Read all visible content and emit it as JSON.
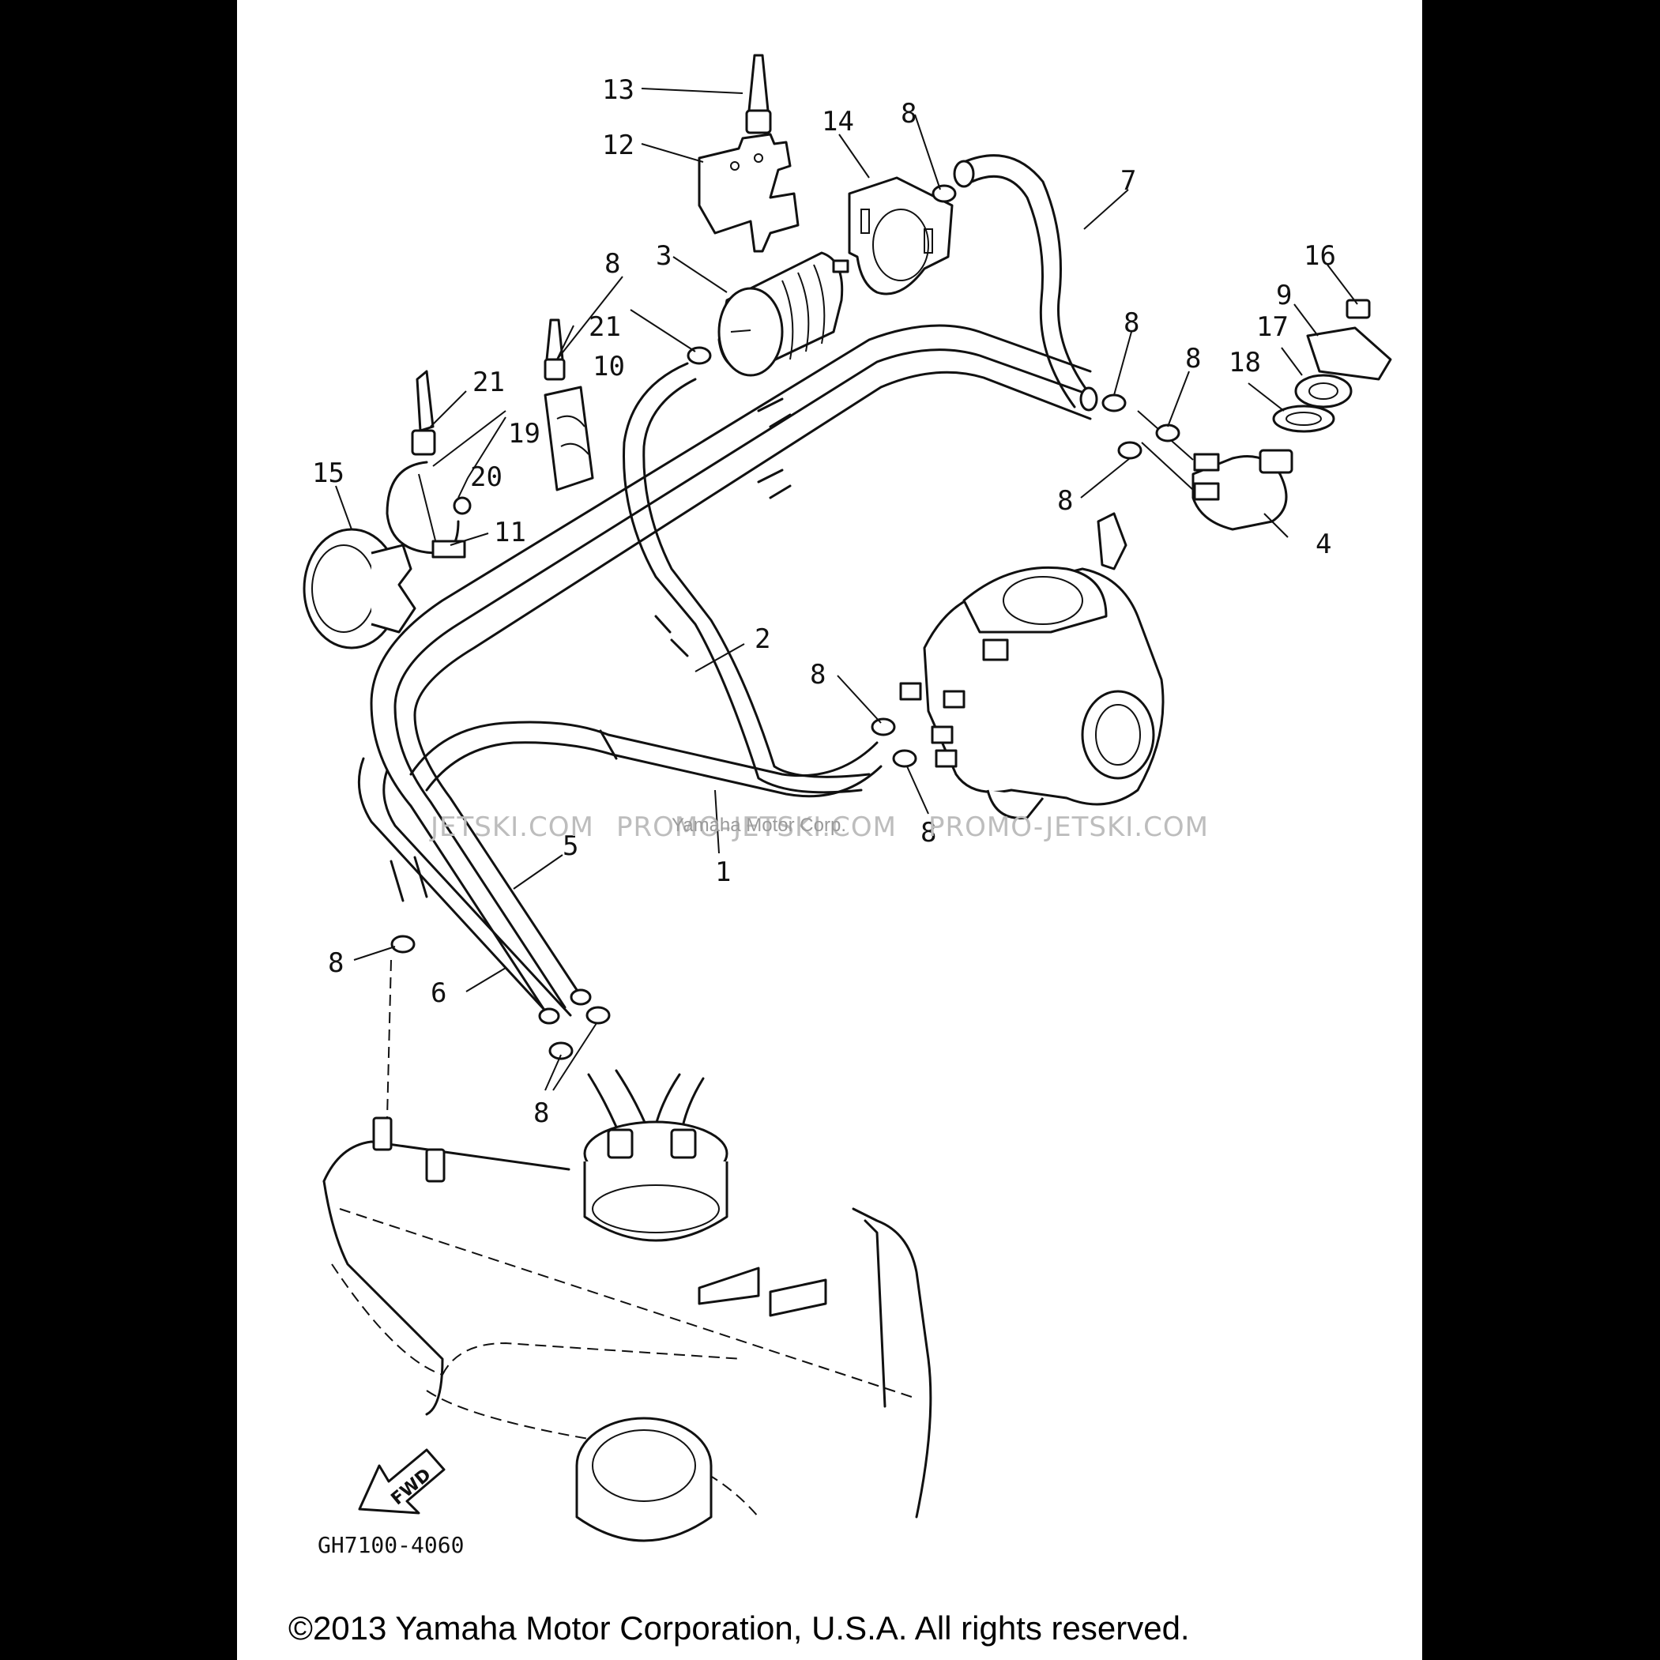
{
  "diagram": {
    "code": "GH7100-4060",
    "direction_label": "FWD",
    "copyright": "©2013 Yamaha Motor Corporation, U.S.A. All rights reserved.",
    "watermark_left": "JETSKI.COM",
    "watermark_mid": "PROMO-JETSKI.COM",
    "watermark_right": "PROMO-JETSKI.COM",
    "watermark_small": "Yamaha Motor Corp."
  },
  "callouts": [
    {
      "id": "c13",
      "text": "13"
    },
    {
      "id": "c12",
      "text": "12"
    },
    {
      "id": "c14",
      "text": "14"
    },
    {
      "id": "c8a",
      "text": "8"
    },
    {
      "id": "c7",
      "text": "7"
    },
    {
      "id": "c3",
      "text": "3"
    },
    {
      "id": "c16",
      "text": "16"
    },
    {
      "id": "c9",
      "text": "9"
    },
    {
      "id": "c17",
      "text": "17"
    },
    {
      "id": "c18",
      "text": "18"
    },
    {
      "id": "c8b",
      "text": "8"
    },
    {
      "id": "c21a",
      "text": "21"
    },
    {
      "id": "c10",
      "text": "10"
    },
    {
      "id": "c8c",
      "text": "8"
    },
    {
      "id": "c8d",
      "text": "8"
    },
    {
      "id": "c21b",
      "text": "21"
    },
    {
      "id": "c19",
      "text": "19"
    },
    {
      "id": "c20",
      "text": "20"
    },
    {
      "id": "c15",
      "text": "15"
    },
    {
      "id": "c11",
      "text": "11"
    },
    {
      "id": "c8e",
      "text": "8"
    },
    {
      "id": "c4",
      "text": "4"
    },
    {
      "id": "c2",
      "text": "2"
    },
    {
      "id": "c8f",
      "text": "8"
    },
    {
      "id": "c8g",
      "text": "8"
    },
    {
      "id": "c5",
      "text": "5"
    },
    {
      "id": "c1",
      "text": "1"
    },
    {
      "id": "c8h",
      "text": "8"
    },
    {
      "id": "c6",
      "text": "6"
    },
    {
      "id": "c8i",
      "text": "8"
    }
  ]
}
